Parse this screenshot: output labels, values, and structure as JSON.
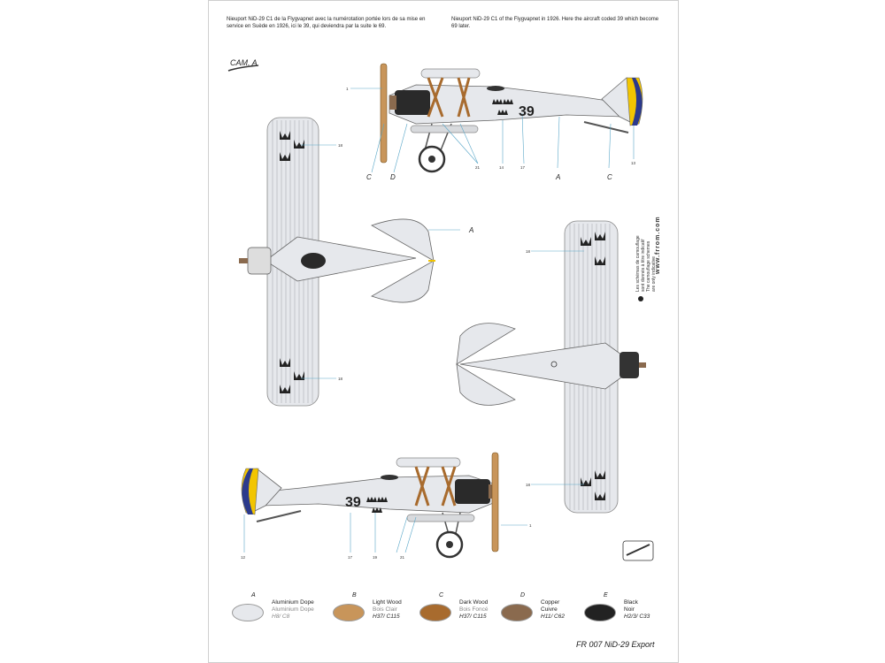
{
  "captions": {
    "fr": "Nieuport NiD-29 C1 de la Flygvapnet avec la numérotation portée lors de sa mise en service en Suède en 1926, ici le 39, qui deviendra par la suite le 69.",
    "en": "Nieuport NiD-29 C1 of the Flygvapnet in 1926. Here the aircraft coded 39 which become 69 later."
  },
  "camouflage": "CAM. A",
  "aircraft_code": "39",
  "letters": {
    "a": "A",
    "c": "C",
    "d": "D"
  },
  "callouts": {
    "n1": "1",
    "n13": "13",
    "n14": "14",
    "n17": "17",
    "n18": "18",
    "n19": "19",
    "n21": "21",
    "n12": "12"
  },
  "side_text": {
    "lines": [
      "Les schémas de camouflage",
      "sont donnés à titre indicatif",
      "The camouflage schemes",
      "are only indicative"
    ],
    "url": "www.frrom.com"
  },
  "footer": "FR 007 NiD-29 Export",
  "colors": {
    "aluminium": "#e6e8ec",
    "light_wood": "#c8955a",
    "dark_wood": "#a86b2e",
    "copper": "#8a6a4e",
    "black": "#222222",
    "yellow": "#f2c500",
    "blue": "#2b3a8c"
  },
  "swatches": [
    {
      "letter": "A",
      "name_en": "Aluminium Dope",
      "name_fr": "Aluminium Dope",
      "code": "H8/ C8"
    },
    {
      "letter": "B",
      "name_en": "Light Wood",
      "name_fr": "Bois Clair",
      "code": "H37/ C115"
    },
    {
      "letter": "C",
      "name_en": "Dark Wood",
      "name_fr": "Bois Foncé",
      "code": "H37/ C115"
    },
    {
      "letter": "D",
      "name_en": "Copper",
      "name_fr": "Cuivre",
      "code": "H11/ C62"
    },
    {
      "letter": "E",
      "name_en": "Black",
      "name_fr": "Noir",
      "code": "H2/3/ C33"
    }
  ]
}
